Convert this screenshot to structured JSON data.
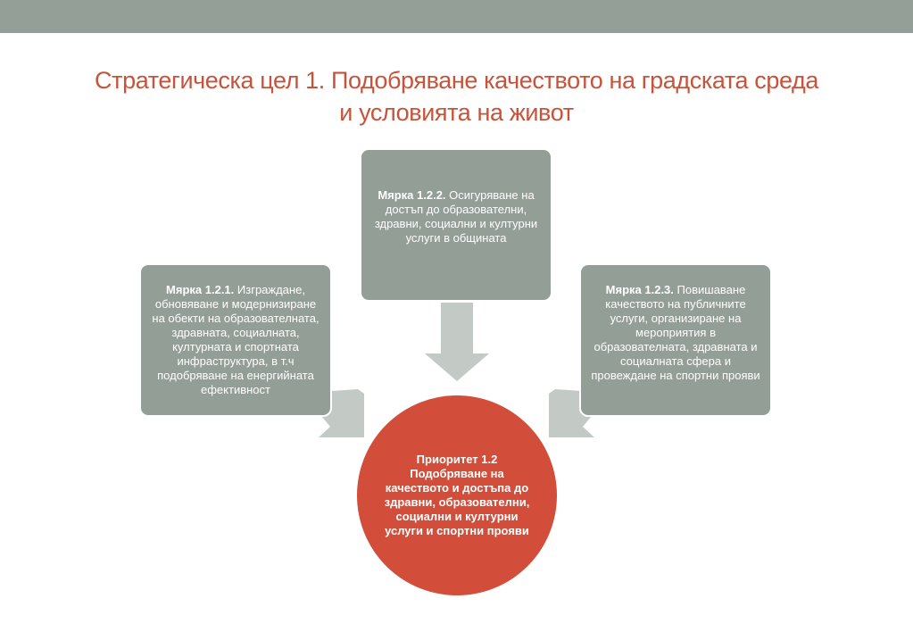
{
  "title": {
    "line1": "Стратегическа цел 1. Подобряване качеството на градската среда",
    "line2": "и условията на живот"
  },
  "measures": [
    {
      "label": "Мярка 1.2.1.",
      "text": " Изграждане, обновяване и модернизиране на обекти на образователната, здравната, социалната, културната и спортната инфраструктура, в т.ч подобряване на енергийната ефективност"
    },
    {
      "label": "Мярка 1.2.2.",
      "text": " Осигуряване на достъп до образователни, здравни, социални и културни услуги в общината"
    },
    {
      "label": "Мярка 1.2.3.",
      "text": " Повишаване качеството на публичните услуги, организиране на мероприятия в образователната, здравната и социалната сфера и провеждане на спортни прояви"
    }
  ],
  "priority": {
    "text": "Приоритет 1.2 Подобряване на качеството и достъпа до здравни, образователни, социални и културни услуги и спортни прояви"
  },
  "colors": {
    "header_bar": "#949f98",
    "title": "#c9533a",
    "measure_box": "#939e97",
    "arrow": "#c3c9c5",
    "priority_circle": "#d24e3a"
  }
}
